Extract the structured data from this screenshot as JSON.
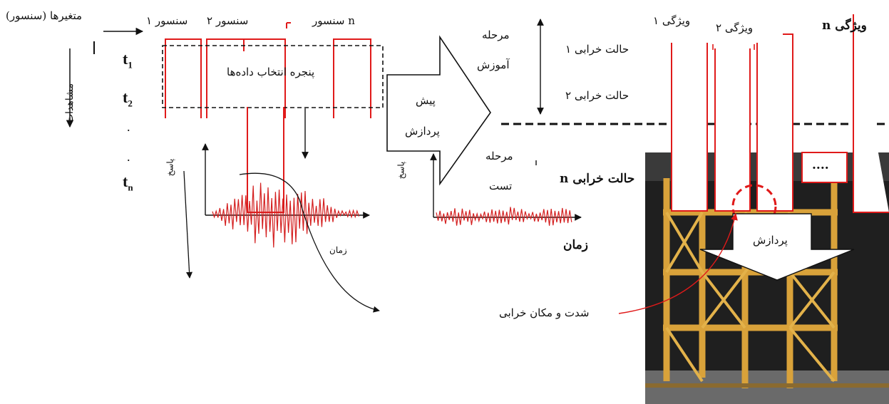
{
  "variables": {
    "title": "متغیرها (سنسور)",
    "observations": "مشاهدات",
    "sensor1": "سنسور ۱",
    "sensor2": "سنسور ۲",
    "sensorN": "سنسور n",
    "times": {
      "t1_base": "t",
      "t1_sub": "1",
      "t2_base": "t",
      "t2_sub": "2",
      "tn_base": "t",
      "tn_sub": "n"
    },
    "dots": "."
  },
  "window": {
    "label": "پنجره انتخاب داده‌ها"
  },
  "left_plot": {
    "ylabel": "پاسخ",
    "xlabel": "زمان"
  },
  "mid_plot": {
    "ylabel": "پاسخ",
    "xlabel": "زمان"
  },
  "preprocess": {
    "line1": "پیش",
    "line2": "پردازش"
  },
  "stages": {
    "training_1": "مرحله",
    "training_2": "آموزش",
    "test_1": "مرحله",
    "test_2": "تست"
  },
  "states": {
    "state1": "حالت خرابی ۱",
    "state2": "حالت خرابی ۲",
    "stateN": "حالت خرابی n"
  },
  "features": {
    "f1": "ویژگی ۱",
    "f2": "ویژگی ۲",
    "fn": "ویژگی n",
    "ellipsis": "...."
  },
  "processing": {
    "label": "پردازش"
  },
  "result": {
    "label": "شدت و مکان خرابی"
  },
  "colors": {
    "signal": "#d42020",
    "frame": "#e01a1a",
    "ink": "#111111",
    "steel": "#d9a23a"
  }
}
